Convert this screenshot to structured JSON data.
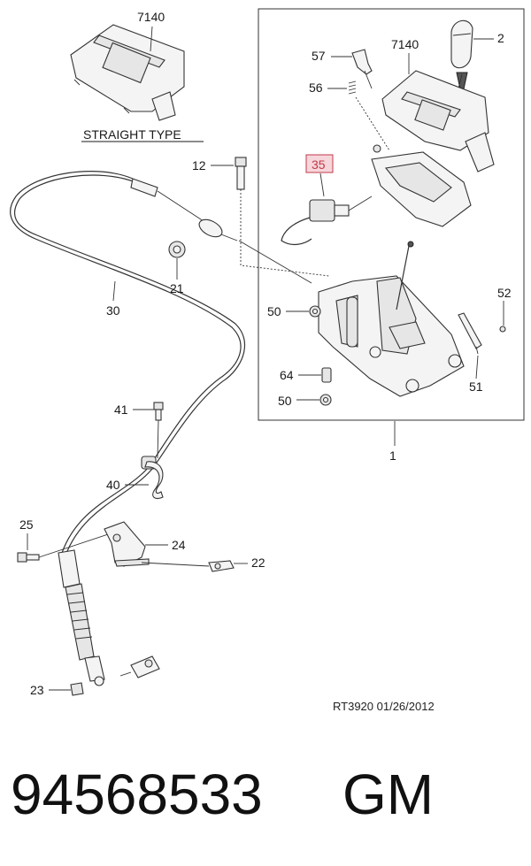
{
  "colors": {
    "highlight_fill": "#f6d6da",
    "highlight_stroke": "#c0394b",
    "ink": "#1a1a1a"
  },
  "labels": {
    "p7140_top": "7140",
    "straight_type": "STRAIGHT TYPE",
    "p12": "12",
    "p21": "21",
    "p30": "30",
    "p41": "41",
    "p40": "40",
    "p25": "25",
    "p24": "24",
    "p22": "22",
    "p23": "23",
    "p57": "57",
    "p56": "56",
    "p7140_box": "7140",
    "p2": "2",
    "p35": "35",
    "p52": "52",
    "p50_a": "50",
    "p64": "64",
    "p50_b": "50",
    "p51": "51",
    "p1": "1"
  },
  "footer": {
    "ref_code": "RT3920  01/26/2012",
    "part_number": "94568533",
    "brand": "GM"
  }
}
